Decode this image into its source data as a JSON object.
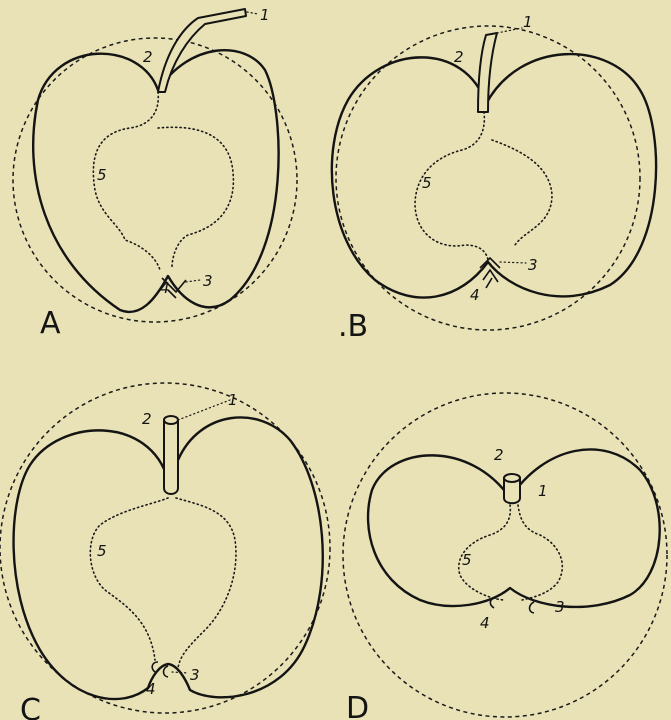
{
  "panels": [
    {
      "letter": "A",
      "labels": [
        "1",
        "2",
        "3",
        "4",
        "5"
      ]
    },
    {
      "letter": ".B",
      "labels": [
        "1",
        "2",
        "3",
        "4",
        "5"
      ]
    },
    {
      "letter": "C",
      "labels": [
        "1",
        "2",
        "3",
        "4",
        "5"
      ]
    },
    {
      "letter": "D",
      "labels": [
        "1",
        "2",
        "3",
        "4",
        "5"
      ]
    }
  ]
}
